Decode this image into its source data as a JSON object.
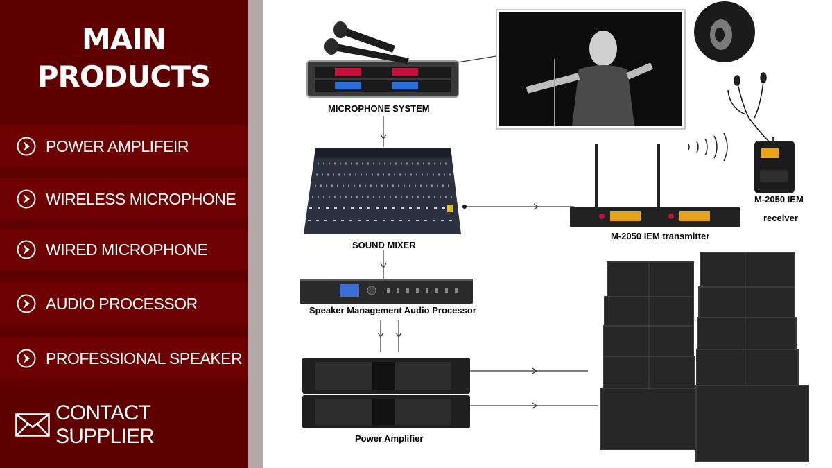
{
  "sidebar": {
    "title_line1": "MAIN",
    "title_line2": "PRODUCTS",
    "items": [
      {
        "label": "POWER AMPLIFEIR"
      },
      {
        "label": "WIRELESS MICROPHONE"
      },
      {
        "label": "WIRED MICROPHONE"
      },
      {
        "label": "AUDIO PROCESSOR"
      },
      {
        "label": "PROFESSIONAL SPEAKER"
      }
    ],
    "contact_label": "CONTACT SUPPLIER"
  },
  "diagram": {
    "microphone_system": "MICROPHONE SYSTEM",
    "sound_mixer": "SOUND MIXER",
    "iem_transmitter": "M-2050 IEM transmitter",
    "iem_receiver_line1": "M-2050 IEM",
    "iem_receiver_line2": "receiver",
    "processor": "Speaker Management Audio Processor",
    "power_amplifier": "Power Amplifier"
  },
  "colors": {
    "sidebar_bg": "#5e0000",
    "menu_item_bg": "#6d0000",
    "strip": "#b4a8a8"
  }
}
